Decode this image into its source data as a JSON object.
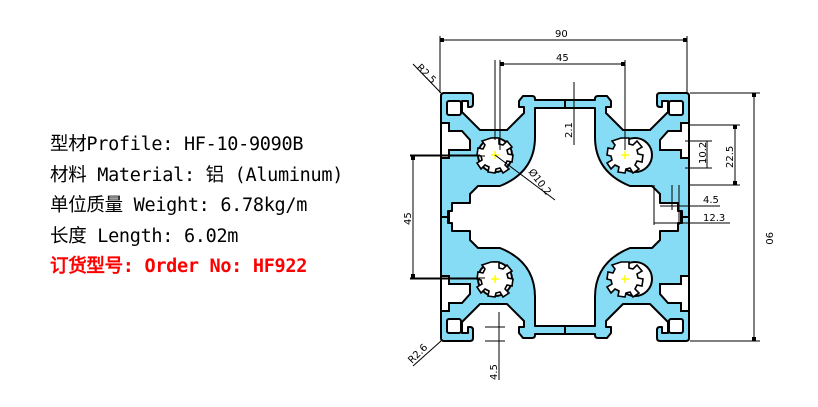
{
  "spec": {
    "profile": "型材Profile: HF-10-9090B",
    "material": "材料 Material: 铝 (Aluminum)",
    "weight": "单位质量 Weight: 6.78kg/m",
    "length": "长度 Length: 6.02m",
    "order": "订货型号: Order No: HF922"
  },
  "colors": {
    "profile_fill": "#87dcf5",
    "outline": "#000000",
    "center_mark": "#ffff00",
    "order_text": "#ff0000"
  },
  "dimensions": {
    "overall_width": "90",
    "overall_height": "90",
    "slot_pitch_top": "45",
    "slot_pitch_left": "45",
    "wall_thickness": "2.1",
    "slot_outer": "22.5",
    "slot_opening": "10.2",
    "slot_lip": "4.5",
    "slot_depth": "12.3",
    "corner_radius_top": "R2.5",
    "corner_radius_bottom": "R2.6",
    "bottom_lip": "4.5",
    "core_hole": "Ø10.2"
  }
}
